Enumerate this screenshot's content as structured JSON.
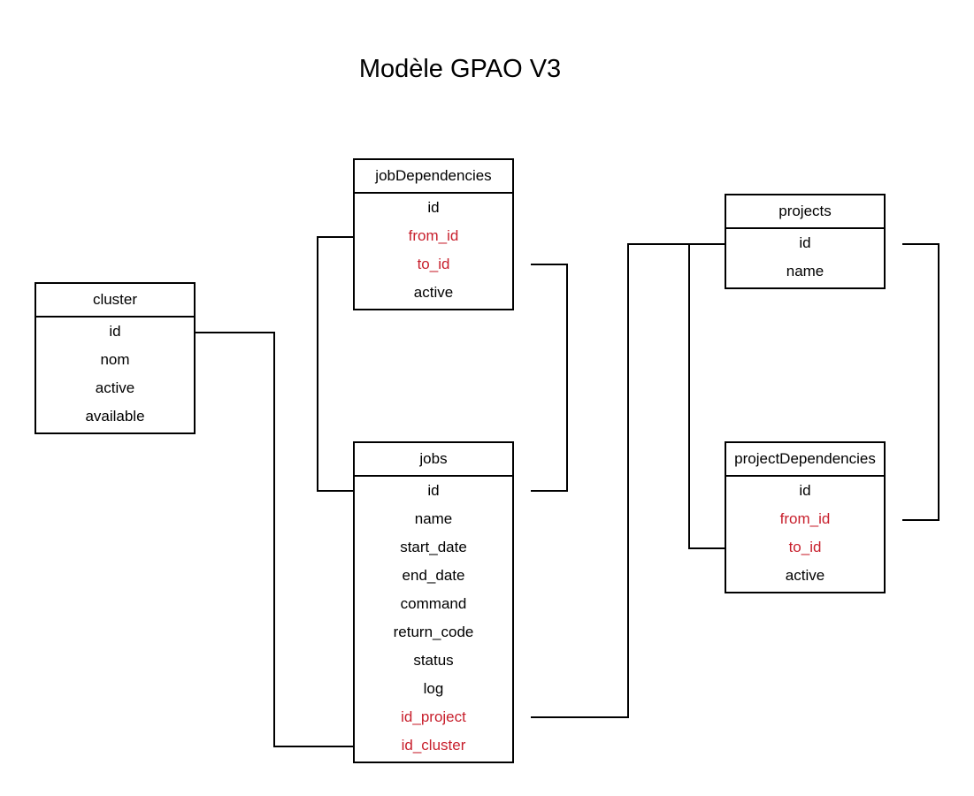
{
  "title": "Modèle GPAO V3",
  "entities": {
    "cluster": {
      "name": "cluster",
      "fields": [
        {
          "name": "id",
          "fk": false
        },
        {
          "name": "nom",
          "fk": false
        },
        {
          "name": "active",
          "fk": false
        },
        {
          "name": "available",
          "fk": false
        }
      ]
    },
    "jobDependencies": {
      "name": "jobDependencies",
      "fields": [
        {
          "name": "id",
          "fk": false
        },
        {
          "name": "from_id",
          "fk": true
        },
        {
          "name": "to_id",
          "fk": true
        },
        {
          "name": "active",
          "fk": false
        }
      ]
    },
    "projects": {
      "name": "projects",
      "fields": [
        {
          "name": "id",
          "fk": false
        },
        {
          "name": "name",
          "fk": false
        }
      ]
    },
    "jobs": {
      "name": "jobs",
      "fields": [
        {
          "name": "id",
          "fk": false
        },
        {
          "name": "name",
          "fk": false
        },
        {
          "name": "start_date",
          "fk": false
        },
        {
          "name": "end_date",
          "fk": false
        },
        {
          "name": "command",
          "fk": false
        },
        {
          "name": "return_code",
          "fk": false
        },
        {
          "name": "status",
          "fk": false
        },
        {
          "name": "log",
          "fk": false
        },
        {
          "name": "id_project",
          "fk": true
        },
        {
          "name": "id_cluster",
          "fk": true
        }
      ]
    },
    "projectDependencies": {
      "name": "projectDependencies",
      "fields": [
        {
          "name": "id",
          "fk": false
        },
        {
          "name": "from_id",
          "fk": true
        },
        {
          "name": "to_id",
          "fk": true
        },
        {
          "name": "active",
          "fk": false
        }
      ]
    }
  },
  "relations": [
    {
      "from": "cluster.id",
      "to": "jobs.id_cluster"
    },
    {
      "from": "jobDependencies.from_id",
      "to": "jobs.id"
    },
    {
      "from": "jobDependencies.to_id",
      "to": "jobs.id"
    },
    {
      "from": "projects.id",
      "to": "jobs.id_project"
    },
    {
      "from": "projects.id",
      "to": "projectDependencies.to_id"
    },
    {
      "from": "projects.id",
      "to": "projectDependencies.from_id"
    }
  ],
  "colors": {
    "line": "#000000",
    "foreign_key": "#c8202d",
    "background": "#ffffff"
  }
}
